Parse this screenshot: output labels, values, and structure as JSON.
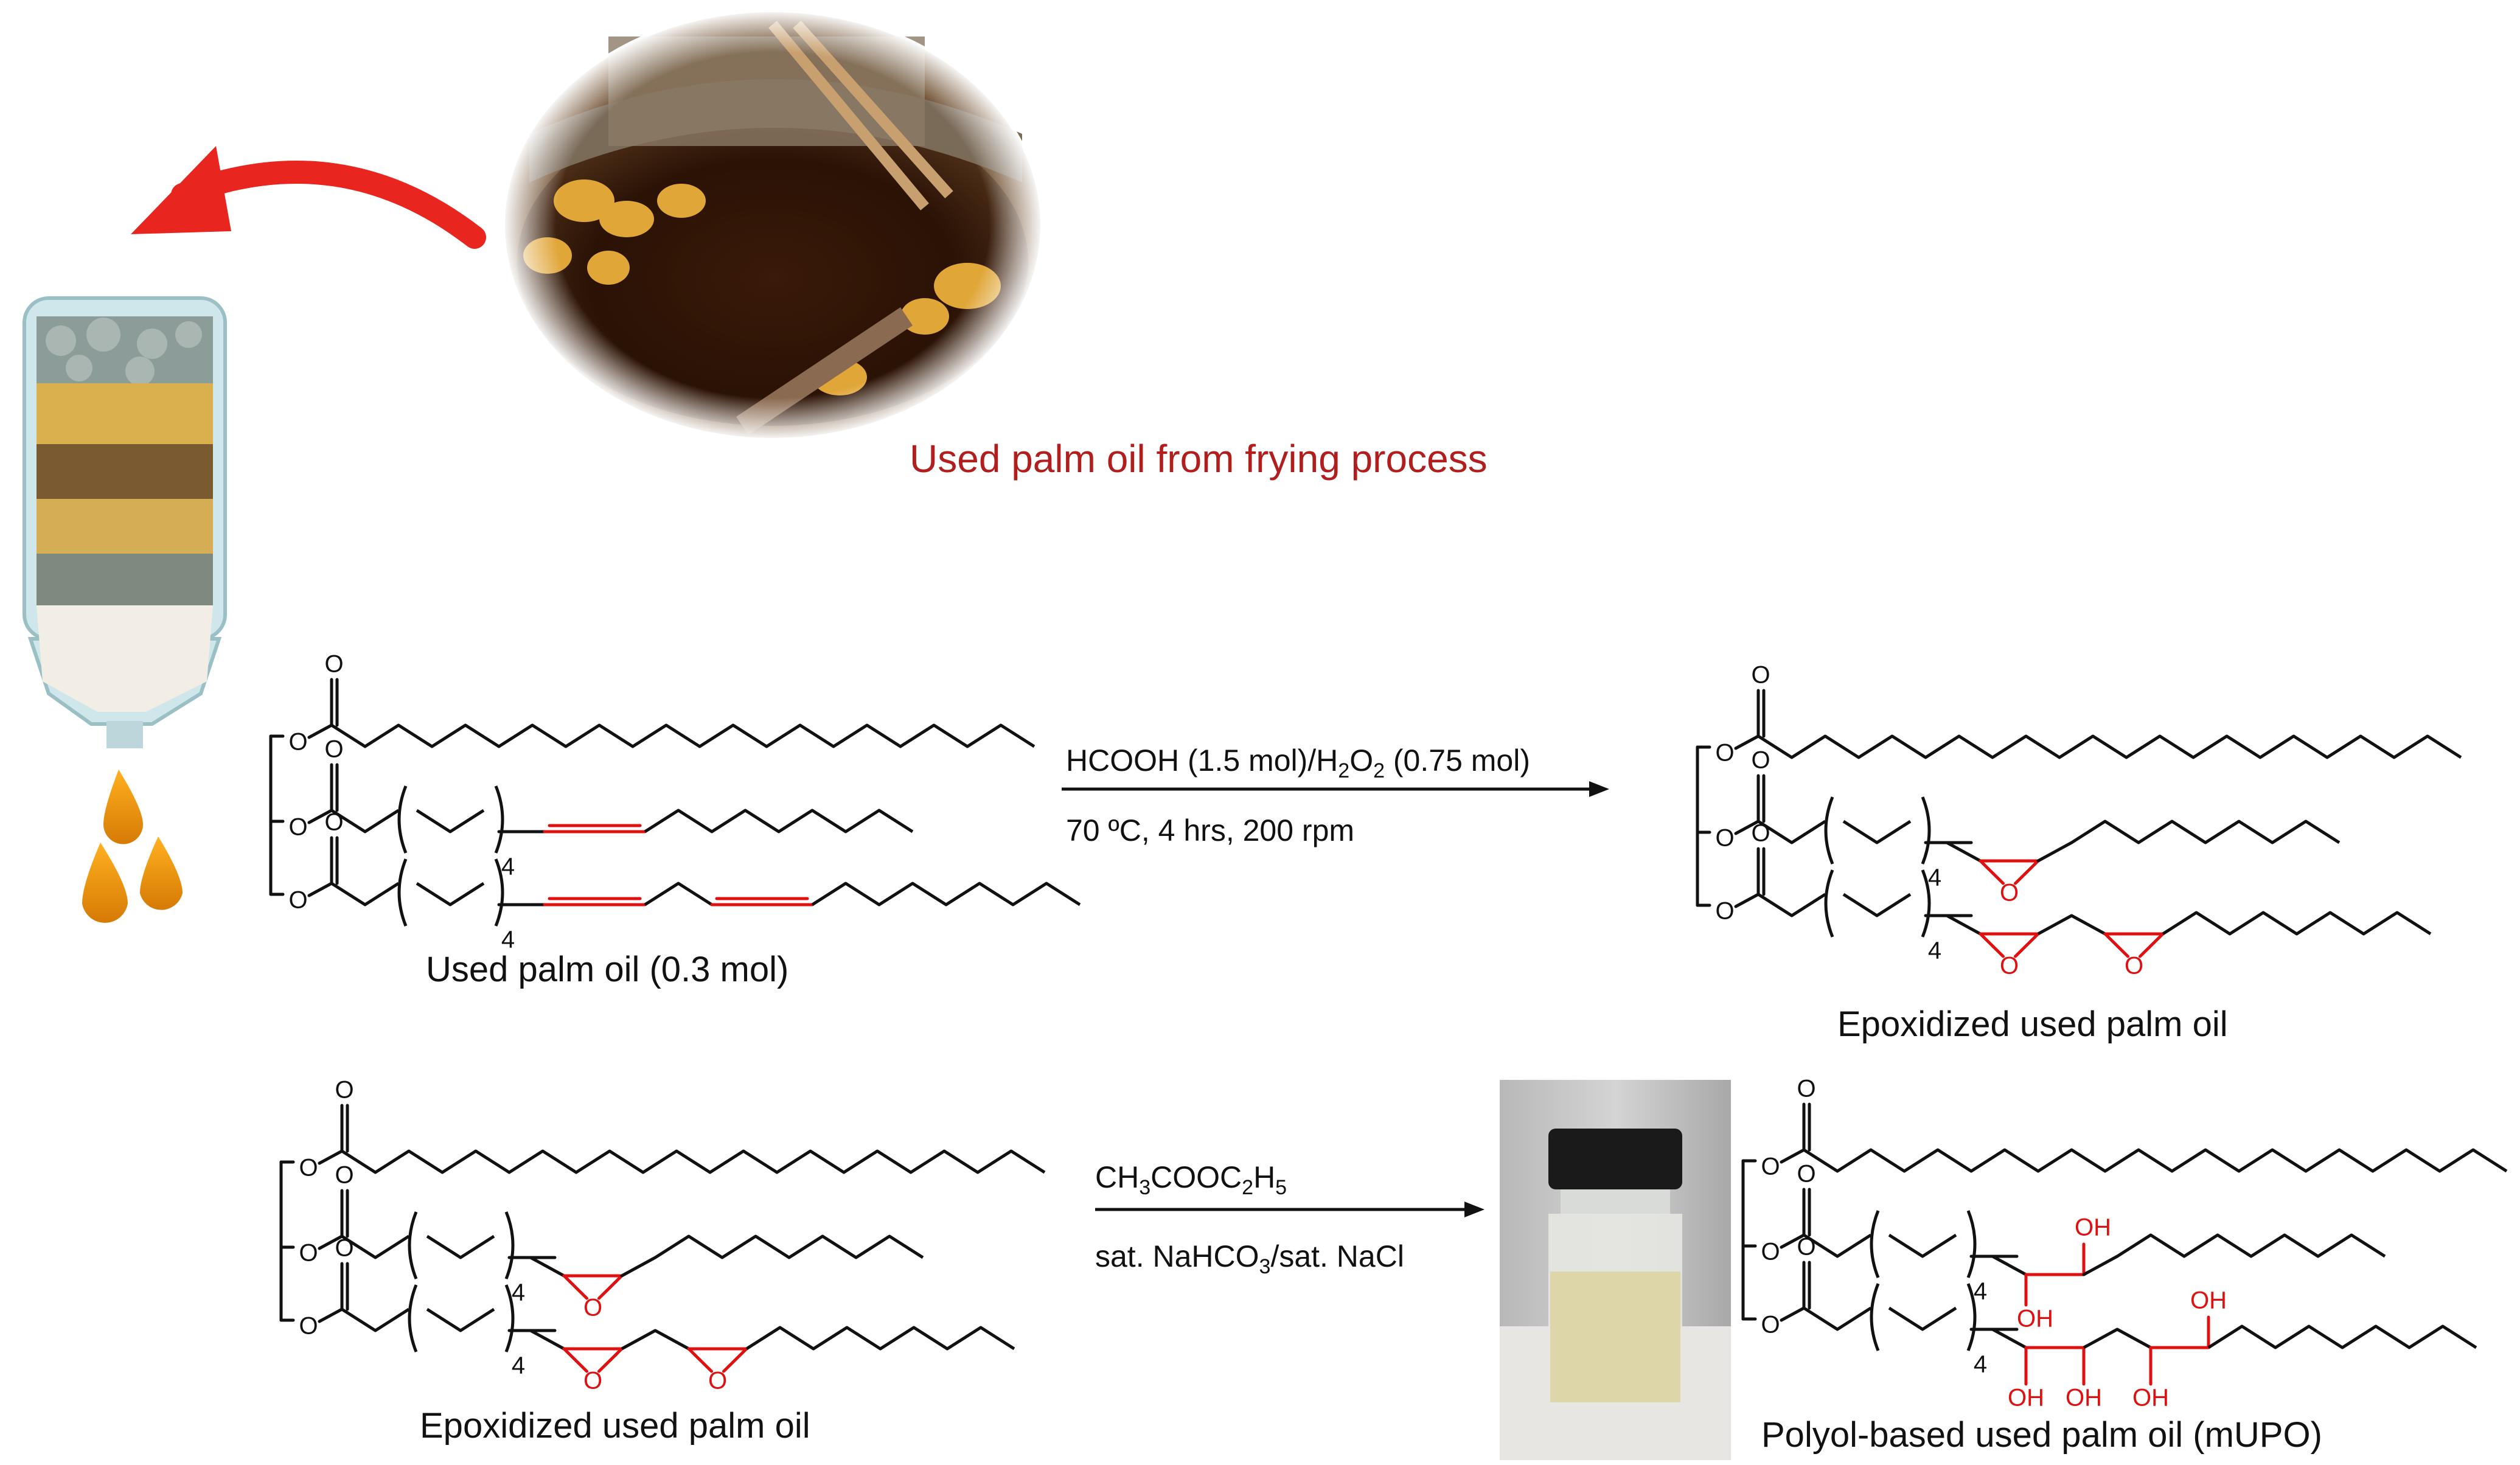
{
  "source_caption": "Used palm oil from frying process",
  "reaction1": {
    "reactant_label": "Used palm oil (0.3 mol)",
    "reagents": {
      "a": "HCOOH (1.5 mol)/H",
      "sub2": "2",
      "b": "O",
      "sub3": "2",
      "c": " (0.75 mol)"
    },
    "conditions": "70 ºC, 4 hrs, 200 rpm",
    "product_label": "Epoxidized used palm oil"
  },
  "reaction2": {
    "reactant_label": "Epoxidized used palm oil",
    "reagent": {
      "a": "CH",
      "s1": "3",
      "b": "COOC",
      "s2": "2",
      "c": "H",
      "s3": "5"
    },
    "conditions": {
      "a": "sat. NaHCO",
      "s1": "3",
      "b": "/sat. NaCl"
    },
    "product_label": "Polyol-based used palm oil (mUPO)"
  },
  "atoms": {
    "O": "O",
    "OH": "OH",
    "n4": "4"
  },
  "colors": {
    "accent_red": "#e01010",
    "caption_red": "#b01e1e",
    "arrow_red": "#e8261f",
    "bond": "#111111"
  }
}
